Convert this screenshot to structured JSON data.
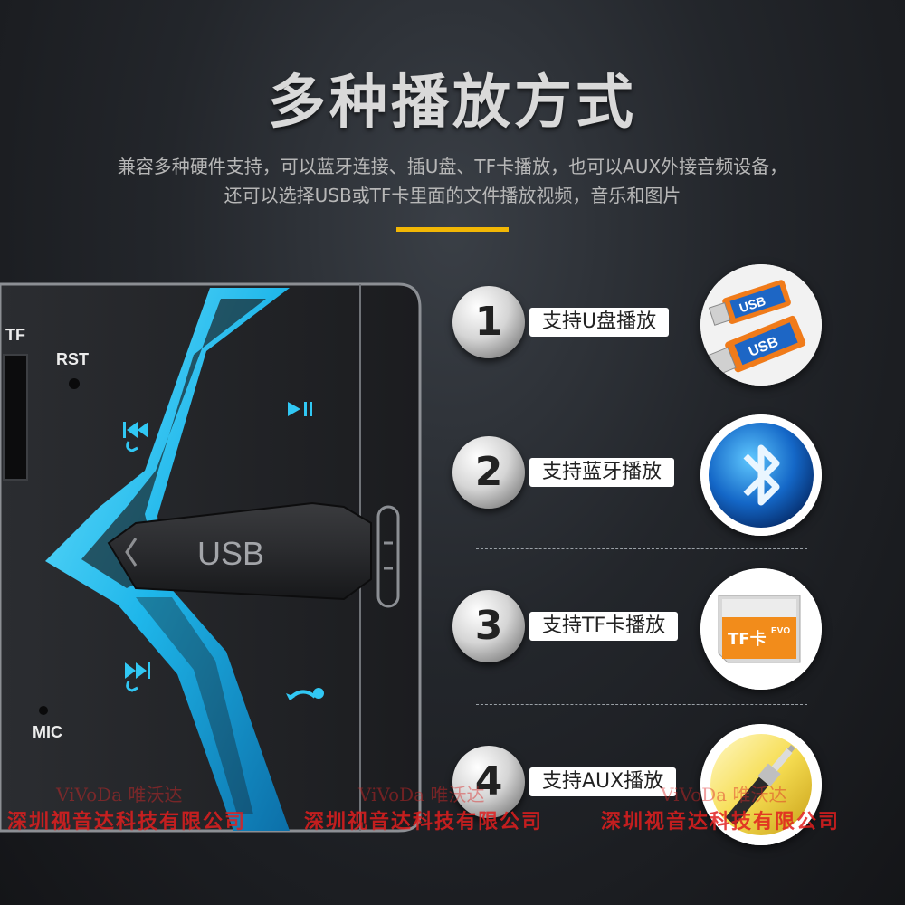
{
  "header": {
    "title": "多种播放方式",
    "subtitle_line1": "兼容多种硬件支持，可以蓝牙连接、插U盘、TF卡播放，也可以AUX外接音频设备，",
    "subtitle_line2": "还可以选择USB或TF卡里面的文件播放视频，音乐和图片",
    "accent_color": "#f2b705"
  },
  "device": {
    "tf_label": "TF",
    "rst_label": "RST",
    "mic_label": "MIC",
    "usb_label": "USB",
    "glow_color": "#27c2f0",
    "buttons": [
      "prev-call-icon",
      "play-pause-icon",
      "next-call-icon",
      "hangup-icon"
    ]
  },
  "features": [
    {
      "number": "1",
      "label": "支持U盘播放",
      "icon": "usb-drive-icon"
    },
    {
      "number": "2",
      "label": "支持蓝牙播放",
      "icon": "bluetooth-icon"
    },
    {
      "number": "3",
      "label": "支持TF卡播放",
      "icon": "tf-card-icon"
    },
    {
      "number": "4",
      "label": "支持AUX播放",
      "icon": "aux-cable-icon"
    }
  ],
  "icons_text": {
    "usb_text": "USB",
    "tf_card_text": "TF卡",
    "tf_card_brand": "EVO"
  },
  "watermark": {
    "brand": "ViVoDa 唯沃达",
    "company": "深圳视音达科技有限公司"
  }
}
